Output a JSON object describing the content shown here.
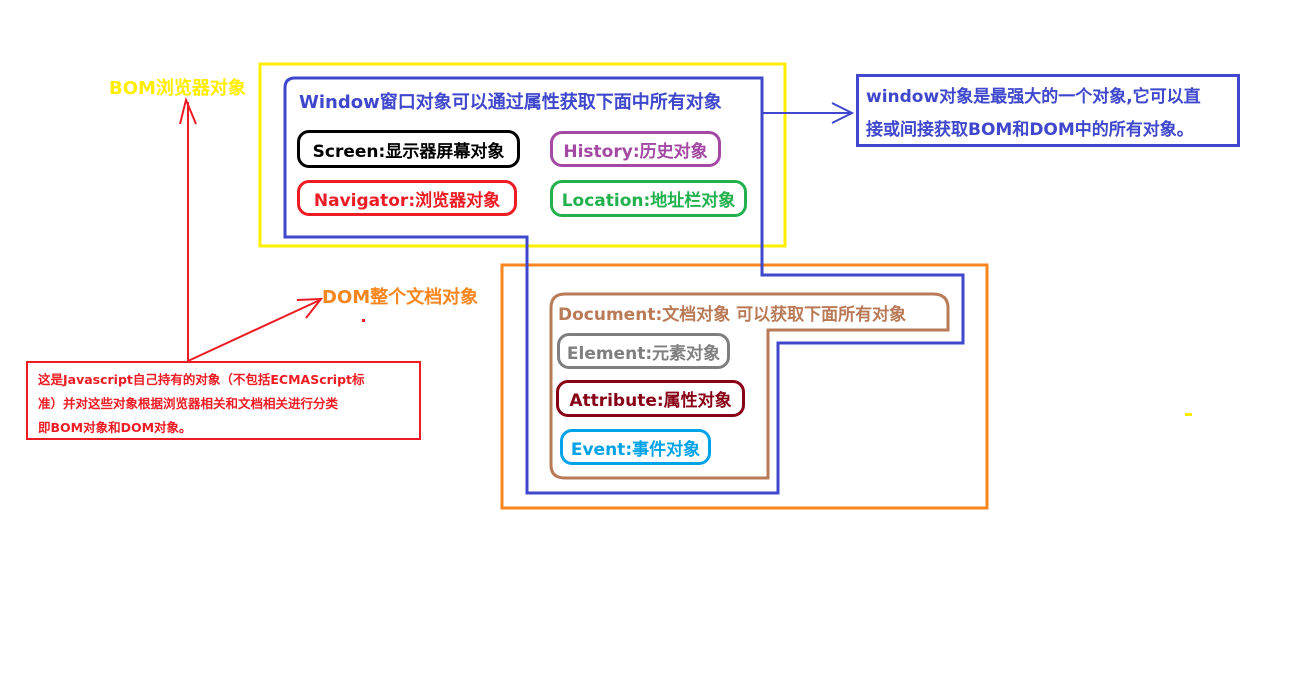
{
  "labels": {
    "bom": "BOM浏览器对象",
    "dom": "DOM整个文档对象",
    "window_title": "Window窗口对象可以通过属性获取下面中所有对象",
    "window_note_line1": "window对象是最强大的一个对象,它可以直",
    "window_note_line2": "接或间接获取BOM和DOM中的所有对象。",
    "js_note_line1": "这是Javascript自己持有的对象（不包括ECMAScript标",
    "js_note_line2": "准）并对这些对象根据浏览器相关和文档相关进行分类",
    "js_note_line3": "即BOM对象和DOM对象。",
    "document_title": "Document:文档对象 可以获取下面所有对象"
  },
  "bom_objects": {
    "screen": "Screen:显示器屏幕对象",
    "history": "History:历史对象",
    "navigator": "Navigator:浏览器对象",
    "location": "Location:地址栏对象"
  },
  "dom_objects": {
    "element": "Element:元素对象",
    "attribute": "Attribute:属性对象",
    "event": "Event:事件对象"
  },
  "colors": {
    "yellow": "#ffee00",
    "orange": "#f7861e",
    "blue": "#3f48cc",
    "red": "#ed1c24",
    "brown": "#b97a57",
    "purple": "#a349a4",
    "green": "#22b14c",
    "gray": "#7f7f7f",
    "maroon": "#880015",
    "cyan": "#00a2e8",
    "black": "#000000"
  }
}
